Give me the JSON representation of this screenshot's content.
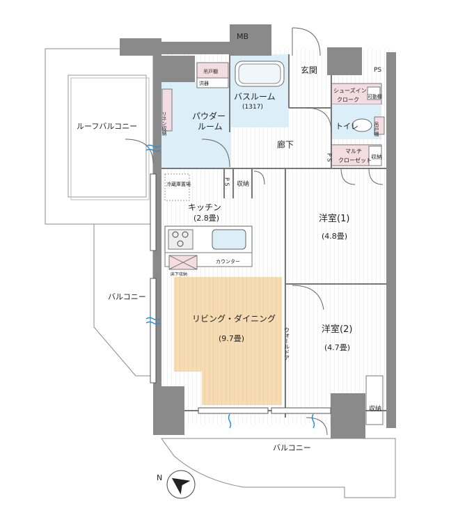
{
  "rooms": {
    "mb": "MB",
    "ps_top": "PS",
    "entrance": "玄関",
    "bath": "バスルーム",
    "bath_size": "(1317)",
    "powder": "パウダー",
    "powder2": "ルーム",
    "hanging_shelf_top": "吊戸棚",
    "water_heater": "洪器",
    "linen_storage": "リネン収納",
    "shoes_in": "シューズイン",
    "shoes_in2": "クローク",
    "movable_shelf": "可動棚",
    "toilet": "トイレ",
    "toilet_shelf": "吊戸棚",
    "corridor": "廊下",
    "ps_mid": "P S",
    "multi_closet": "マルチ",
    "multi_closet2": "クローゼット",
    "storage_mid": "収納",
    "ps_kitchen": "P S",
    "storage_kitchen": "収納",
    "fridge": "冷蔵庫置場",
    "kitchen": "キッチン",
    "kitchen_size": "(2.8畳)",
    "counter": "カウンター",
    "under_floor": "床下収納",
    "western1": "洋室(1)",
    "western1_size": "(4.8畳)",
    "living": "リビング・ダイニング",
    "living_size": "(9.7畳)",
    "walkin_door": "ウォールドア",
    "western2": "洋室(2)",
    "western2_size": "(4.7畳)",
    "storage_w2": "収納",
    "roof_balcony": "ルーフバルコニー",
    "balcony_left": "バルコニー",
    "balcony_bottom": "バルコニー",
    "compass_n": "N"
  },
  "colors": {
    "wall": "#8a8a8a",
    "bath_blue": "#dceef8",
    "living_orange": "#f6dcb4",
    "shelf_pink": "#f3dde3"
  }
}
